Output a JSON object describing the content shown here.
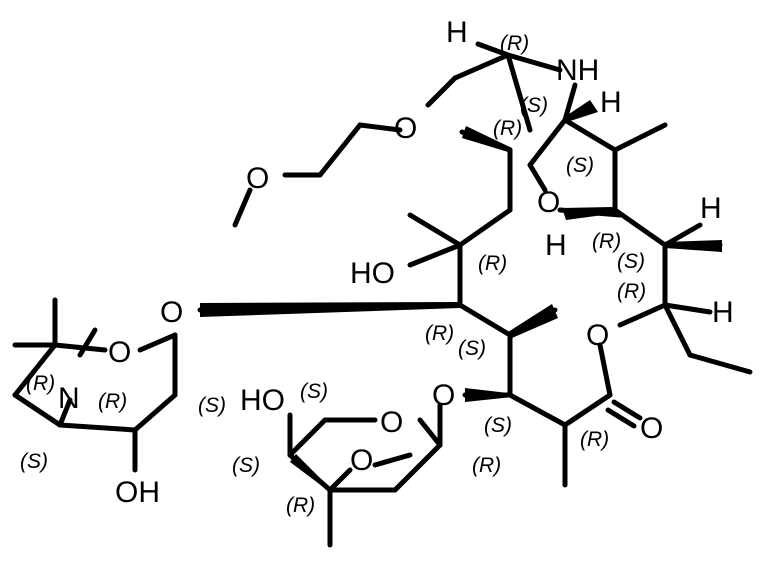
{
  "molecule": {
    "atom_labels": {
      "h_top": "H",
      "nh": "NH",
      "h_c9": "H",
      "o_ether1": "O",
      "o_ether2": "O",
      "o_bridge": "O",
      "h_right": "H",
      "h_left": "H",
      "ho_c6": "HO",
      "o_glyco": "O",
      "o_ring_lactone": "O",
      "h_c13": "H",
      "o_sugar_ring": "O",
      "n_amine": "N",
      "ho_cladinose": "HO",
      "o_cladinose_ring": "O",
      "o_methoxy": "O",
      "o_cladinose_link": "O",
      "o_carbonyl": "O",
      "oh_desosamine": "OH"
    },
    "stereo_labels": [
      "(R)",
      "(S)",
      "(R)",
      "(S)",
      "(R)",
      "(R)",
      "(S)",
      "(R)",
      "(R)",
      "(S)",
      "(R)",
      "(R)",
      "(S)",
      "(S)",
      "(S)",
      "(R)",
      "(S)",
      "(S)",
      "(R)",
      "(R)"
    ]
  }
}
